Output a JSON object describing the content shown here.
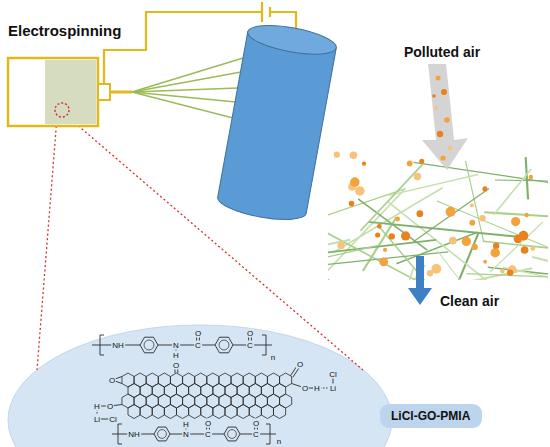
{
  "diagram": {
    "nodes": [
      {
        "text": [
          "LiCl-GO-PMIA"
        ]
      }
    ],
    "labels": [
      "Electrospinning",
      "Polluted air",
      "Clean air",
      "NH",
      "N",
      "H",
      "C",
      "O",
      "C",
      "O",
      "n",
      "O",
      "O",
      "O",
      "H",
      "Li",
      "Cl",
      "O",
      "O",
      "H",
      "Li",
      "Cl",
      "NH",
      "N",
      "H",
      "C",
      "O",
      "C",
      "O",
      "n"
    ]
  }
}
